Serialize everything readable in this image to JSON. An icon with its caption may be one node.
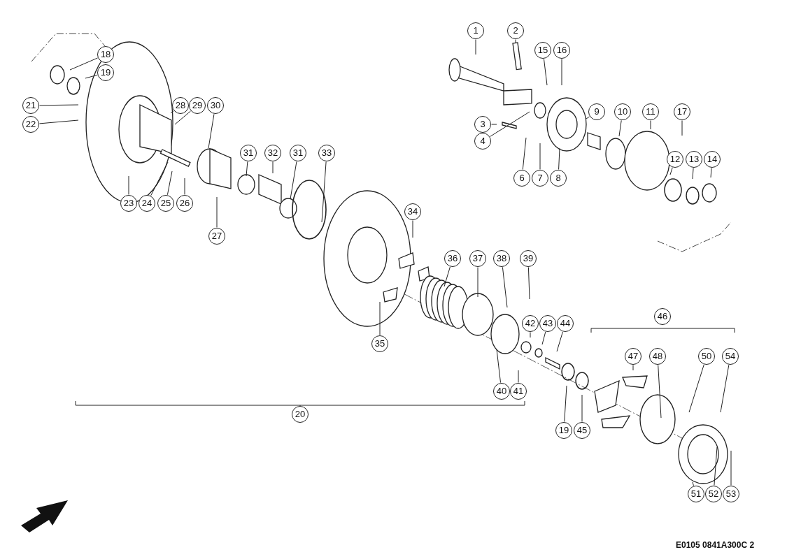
{
  "diagram": {
    "nodes": [
      {
        "text": [
          "1"
        ]
      },
      {
        "text": [
          "2"
        ]
      },
      {
        "text": [
          "18"
        ]
      },
      {
        "text": [
          "15"
        ]
      },
      {
        "text": [
          "16"
        ]
      },
      {
        "text": [
          "19"
        ]
      },
      {
        "text": [
          "21"
        ]
      },
      {
        "text": [
          "28"
        ]
      },
      {
        "text": [
          "29"
        ]
      },
      {
        "text": [
          "30"
        ]
      },
      {
        "text": [
          "9"
        ]
      },
      {
        "text": [
          "10"
        ]
      },
      {
        "text": [
          "11"
        ]
      },
      {
        "text": [
          "17"
        ]
      },
      {
        "text": [
          "3"
        ]
      },
      {
        "text": [
          "22"
        ]
      },
      {
        "text": [
          "4"
        ]
      },
      {
        "text": [
          "31"
        ]
      },
      {
        "text": [
          "32"
        ]
      },
      {
        "text": [
          "31"
        ]
      },
      {
        "text": [
          "33"
        ]
      },
      {
        "text": [
          "12"
        ]
      },
      {
        "text": [
          "13"
        ]
      },
      {
        "text": [
          "14"
        ]
      },
      {
        "text": [
          "6"
        ]
      },
      {
        "text": [
          "7"
        ]
      },
      {
        "text": [
          "8"
        ]
      },
      {
        "text": [
          "23"
        ]
      },
      {
        "text": [
          "24"
        ]
      },
      {
        "text": [
          "25"
        ]
      },
      {
        "text": [
          "26"
        ]
      },
      {
        "text": [
          "34"
        ]
      },
      {
        "text": [
          "27"
        ]
      },
      {
        "text": [
          "36"
        ]
      },
      {
        "text": [
          "37"
        ]
      },
      {
        "text": [
          "38"
        ]
      },
      {
        "text": [
          "39"
        ]
      },
      {
        "text": [
          "46"
        ]
      },
      {
        "text": [
          "42"
        ]
      },
      {
        "text": [
          "43"
        ]
      },
      {
        "text": [
          "44"
        ]
      },
      {
        "text": [
          "35"
        ]
      },
      {
        "text": [
          "47"
        ]
      },
      {
        "text": [
          "48"
        ]
      },
      {
        "text": [
          "50"
        ]
      },
      {
        "text": [
          "54"
        ]
      },
      {
        "text": [
          "40"
        ]
      },
      {
        "text": [
          "41"
        ]
      },
      {
        "text": [
          "20"
        ]
      },
      {
        "text": [
          "19"
        ]
      },
      {
        "text": [
          "45"
        ]
      },
      {
        "text": [
          "51"
        ]
      },
      {
        "text": [
          "52"
        ]
      },
      {
        "text": [
          "53"
        ]
      }
    ],
    "edges": [
      {
        "from": 0,
        "to": null,
        "arrow": "none"
      },
      {
        "from": 1,
        "to": null,
        "arrow": "none"
      },
      {
        "from": 2,
        "to": null,
        "arrow": "none"
      },
      {
        "from": 3,
        "to": null,
        "arrow": "none"
      },
      {
        "from": 4,
        "to": null,
        "arrow": "none"
      },
      {
        "from": 5,
        "to": null,
        "arrow": "none"
      },
      {
        "from": 6,
        "to": null,
        "arrow": "none"
      },
      {
        "from": 7,
        "to": null,
        "arrow": "none"
      },
      {
        "from": 8,
        "to": null,
        "arrow": "none"
      },
      {
        "from": 9,
        "to": null,
        "arrow": "none"
      },
      {
        "from": 10,
        "to": null,
        "arrow": "none"
      },
      {
        "from": 11,
        "to": null,
        "arrow": "none"
      },
      {
        "from": 12,
        "to": null,
        "arrow": "none"
      },
      {
        "from": 13,
        "to": null,
        "arrow": "none"
      },
      {
        "from": 14,
        "to": null,
        "arrow": "none"
      },
      {
        "from": 15,
        "to": null,
        "arrow": "none"
      },
      {
        "from": 16,
        "to": null,
        "arrow": "none"
      },
      {
        "from": 17,
        "to": null,
        "arrow": "none"
      },
      {
        "from": 18,
        "to": null,
        "arrow": "none"
      },
      {
        "from": 19,
        "to": null,
        "arrow": "none"
      },
      {
        "from": 20,
        "to": null,
        "arrow": "none"
      },
      {
        "from": 21,
        "to": null,
        "arrow": "none"
      },
      {
        "from": 22,
        "to": null,
        "arrow": "none"
      },
      {
        "from": 23,
        "to": null,
        "arrow": "none"
      },
      {
        "from": 24,
        "to": null,
        "arrow": "none"
      },
      {
        "from": 25,
        "to": null,
        "arrow": "none"
      },
      {
        "from": 26,
        "to": null,
        "arrow": "none"
      },
      {
        "from": 27,
        "to": null,
        "arrow": "none"
      },
      {
        "from": 28,
        "to": null,
        "arrow": "none"
      },
      {
        "from": 29,
        "to": null,
        "arrow": "none"
      },
      {
        "from": 30,
        "to": null,
        "arrow": "none"
      },
      {
        "from": 31,
        "to": null,
        "arrow": "none"
      },
      {
        "from": 32,
        "to": null,
        "arrow": "none"
      },
      {
        "from": 33,
        "to": null,
        "arrow": "none"
      },
      {
        "from": 34,
        "to": null,
        "arrow": "none"
      },
      {
        "from": 35,
        "to": null,
        "arrow": "none"
      },
      {
        "from": 36,
        "to": null,
        "arrow": "none"
      },
      {
        "from": 38,
        "to": null,
        "arrow": "none"
      },
      {
        "from": 39,
        "to": null,
        "arrow": "none"
      },
      {
        "from": 40,
        "to": null,
        "arrow": "none"
      },
      {
        "from": 41,
        "to": null,
        "arrow": "none"
      },
      {
        "from": 42,
        "to": null,
        "arrow": "none"
      },
      {
        "from": 43,
        "to": null,
        "arrow": "none"
      },
      {
        "from": 44,
        "to": null,
        "arrow": "none"
      },
      {
        "from": 45,
        "to": null,
        "arrow": "none"
      },
      {
        "from": 46,
        "to": null,
        "arrow": "none"
      },
      {
        "from": 47,
        "to": null,
        "arrow": "none"
      },
      {
        "from": 49,
        "to": null,
        "arrow": "none"
      },
      {
        "from": 50,
        "to": null,
        "arrow": "none"
      },
      {
        "from": 51,
        "to": null,
        "arrow": "none"
      },
      {
        "from": 52,
        "to": null,
        "arrow": "none"
      },
      {
        "from": 53,
        "to": null,
        "arrow": "none"
      }
    ],
    "labels": [
      "E0105 0841A300C 2"
    ]
  }
}
